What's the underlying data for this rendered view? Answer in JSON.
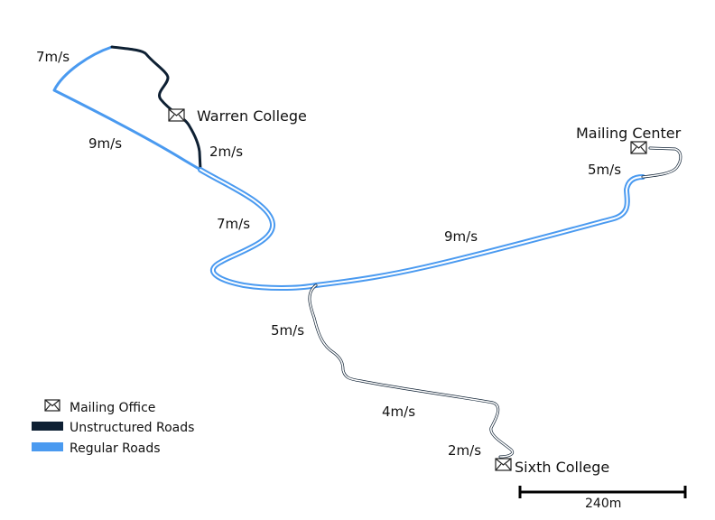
{
  "colors": {
    "unstructured_road": "#0e2033",
    "regular_road": "#4a9af0",
    "regular_road_inner": "#ffffff",
    "text": "#111111"
  },
  "places": {
    "warren_college": "Warren College",
    "mailing_center": "Mailing Center",
    "sixth_college": "Sixth College"
  },
  "speeds": {
    "top_left": "7m/s",
    "left_diagonal": "9m/s",
    "warren_down": "2m/s",
    "mid_bend": "7m/s",
    "long_diagonal": "9m/s",
    "mailing_center_curve": "5m/s",
    "south_descent": "5m/s",
    "south_straight": "4m/s",
    "sixth_approach": "2m/s"
  },
  "legend": {
    "mailing_office": "Mailing Office",
    "unstructured_roads": "Unstructured Roads",
    "regular_roads": "Regular Roads"
  },
  "scale": {
    "label": "240m"
  },
  "icons": {
    "mailing_office": "envelope-icon"
  }
}
